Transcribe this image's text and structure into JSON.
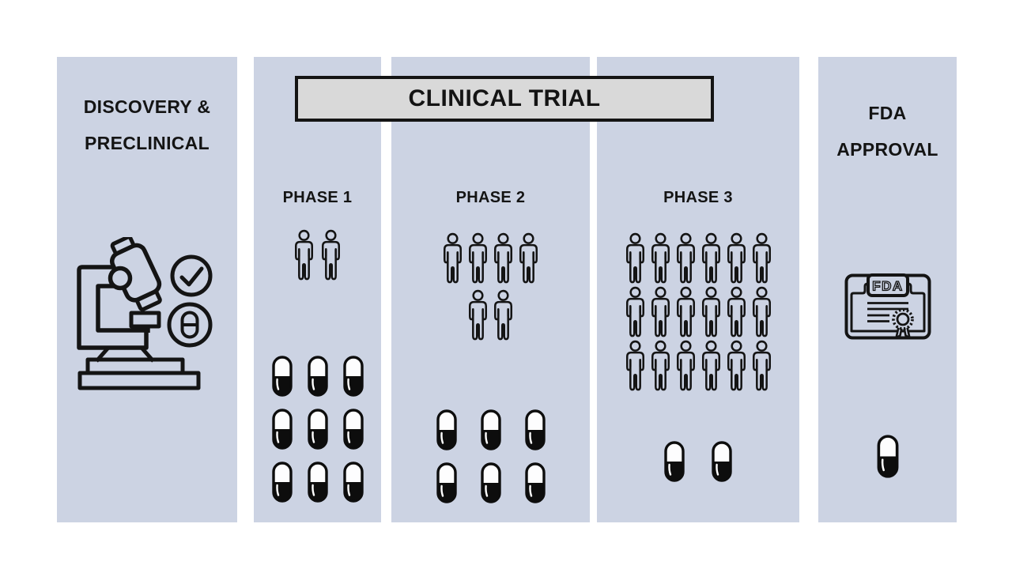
{
  "colors": {
    "panel_bg": "#ccd3e3",
    "ink": "#141414",
    "banner_bg": "#d9d9d9",
    "pill_fill": "#0d0d0d",
    "page_bg": "#ffffff"
  },
  "banner": {
    "label": "CLINICAL TRIAL"
  },
  "discovery": {
    "title_line1": "DISCOVERY &",
    "title_line2": "PRECLINICAL",
    "icons": [
      "microscope-icon",
      "check-circle-icon",
      "pill-circle-icon"
    ]
  },
  "phases": [
    {
      "label": "PHASE 1",
      "people_total": 2,
      "people_rows": [
        2
      ],
      "pills_total": 9,
      "pill_rows": [
        3,
        3,
        3
      ]
    },
    {
      "label": "PHASE 2",
      "people_total": 6,
      "people_rows": [
        4,
        2
      ],
      "pills_total": 6,
      "pill_rows": [
        3,
        3
      ]
    },
    {
      "label": "PHASE 3",
      "people_total": 18,
      "people_rows": [
        6,
        6,
        6
      ],
      "pills_total": 2,
      "pill_rows": [
        2
      ]
    }
  ],
  "fda": {
    "title_line1": "FDA",
    "title_line2": "APPROVAL",
    "certificate_label": "FDA",
    "icons": [
      "fda-certificate-icon",
      "pill-icon"
    ],
    "pills_total": 1,
    "pill_rows": [
      1
    ]
  }
}
